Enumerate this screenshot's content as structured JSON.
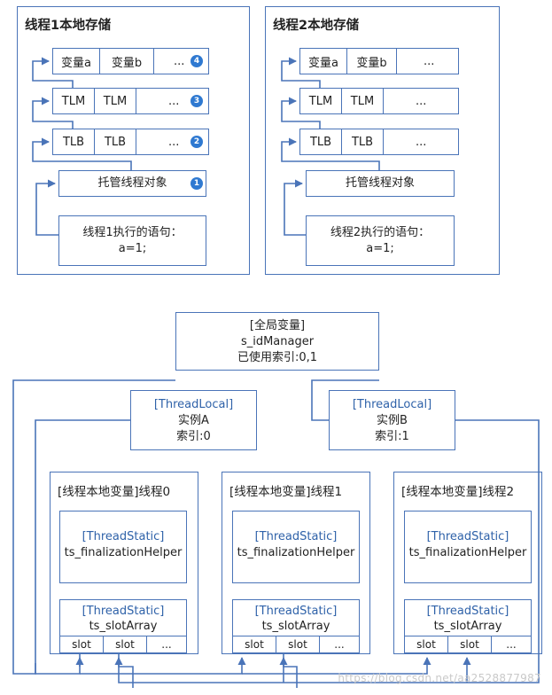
{
  "thread1": {
    "title": "线程1本地存储",
    "row4": [
      "变量a",
      "变量b",
      "..."
    ],
    "row3": [
      "TLM",
      "TLM",
      "..."
    ],
    "row2": [
      "TLB",
      "TLB",
      "..."
    ],
    "managed_object": "托管线程对象",
    "statement_line1": "线程1执行的语句：",
    "statement_line2": "a=1;",
    "badges": [
      "4",
      "3",
      "2",
      "1"
    ]
  },
  "thread2": {
    "title": "线程2本地存储",
    "row4": [
      "变量a",
      "变量b",
      "..."
    ],
    "row3": [
      "TLM",
      "TLM",
      "..."
    ],
    "row2": [
      "TLB",
      "TLB",
      "..."
    ],
    "managed_object": "托管线程对象",
    "statement_line1": "线程2执行的语句：",
    "statement_line2": "a=1;"
  },
  "global": {
    "line1": "[全局变量]",
    "line2": "s_idManager",
    "line3": "已使用索引:0,1"
  },
  "instanceA": {
    "line1": "[ThreadLocal]",
    "line2": "实例A",
    "line3": "索引:0"
  },
  "instanceB": {
    "line1": "[ThreadLocal]",
    "line2": "实例B",
    "line3": "索引:1"
  },
  "threads": [
    {
      "title": "[线程本地变量]线程0",
      "helper_attr": "[ThreadStatic]",
      "helper_name": "ts_finalizationHelper",
      "array_attr": "[ThreadStatic]",
      "array_name": "ts_slotArray",
      "slots": [
        "slot",
        "slot",
        "..."
      ]
    },
    {
      "title": "[线程本地变量]线程1",
      "helper_attr": "[ThreadStatic]",
      "helper_name": "ts_finalizationHelper",
      "array_attr": "[ThreadStatic]",
      "array_name": "ts_slotArray",
      "slots": [
        "slot",
        "slot",
        "..."
      ]
    },
    {
      "title": "[线程本地变量]线程2",
      "helper_attr": "[ThreadStatic]",
      "helper_name": "ts_finalizationHelper",
      "array_attr": "[ThreadStatic]",
      "array_name": "ts_slotArray",
      "slots": [
        "slot",
        "slot",
        "..."
      ]
    }
  ],
  "watermark": "https://blog.csdn.net/aa2528877987",
  "colors": {
    "line": "#4a74b8",
    "badge": "#2f79d1",
    "border": "#4a74b8"
  }
}
